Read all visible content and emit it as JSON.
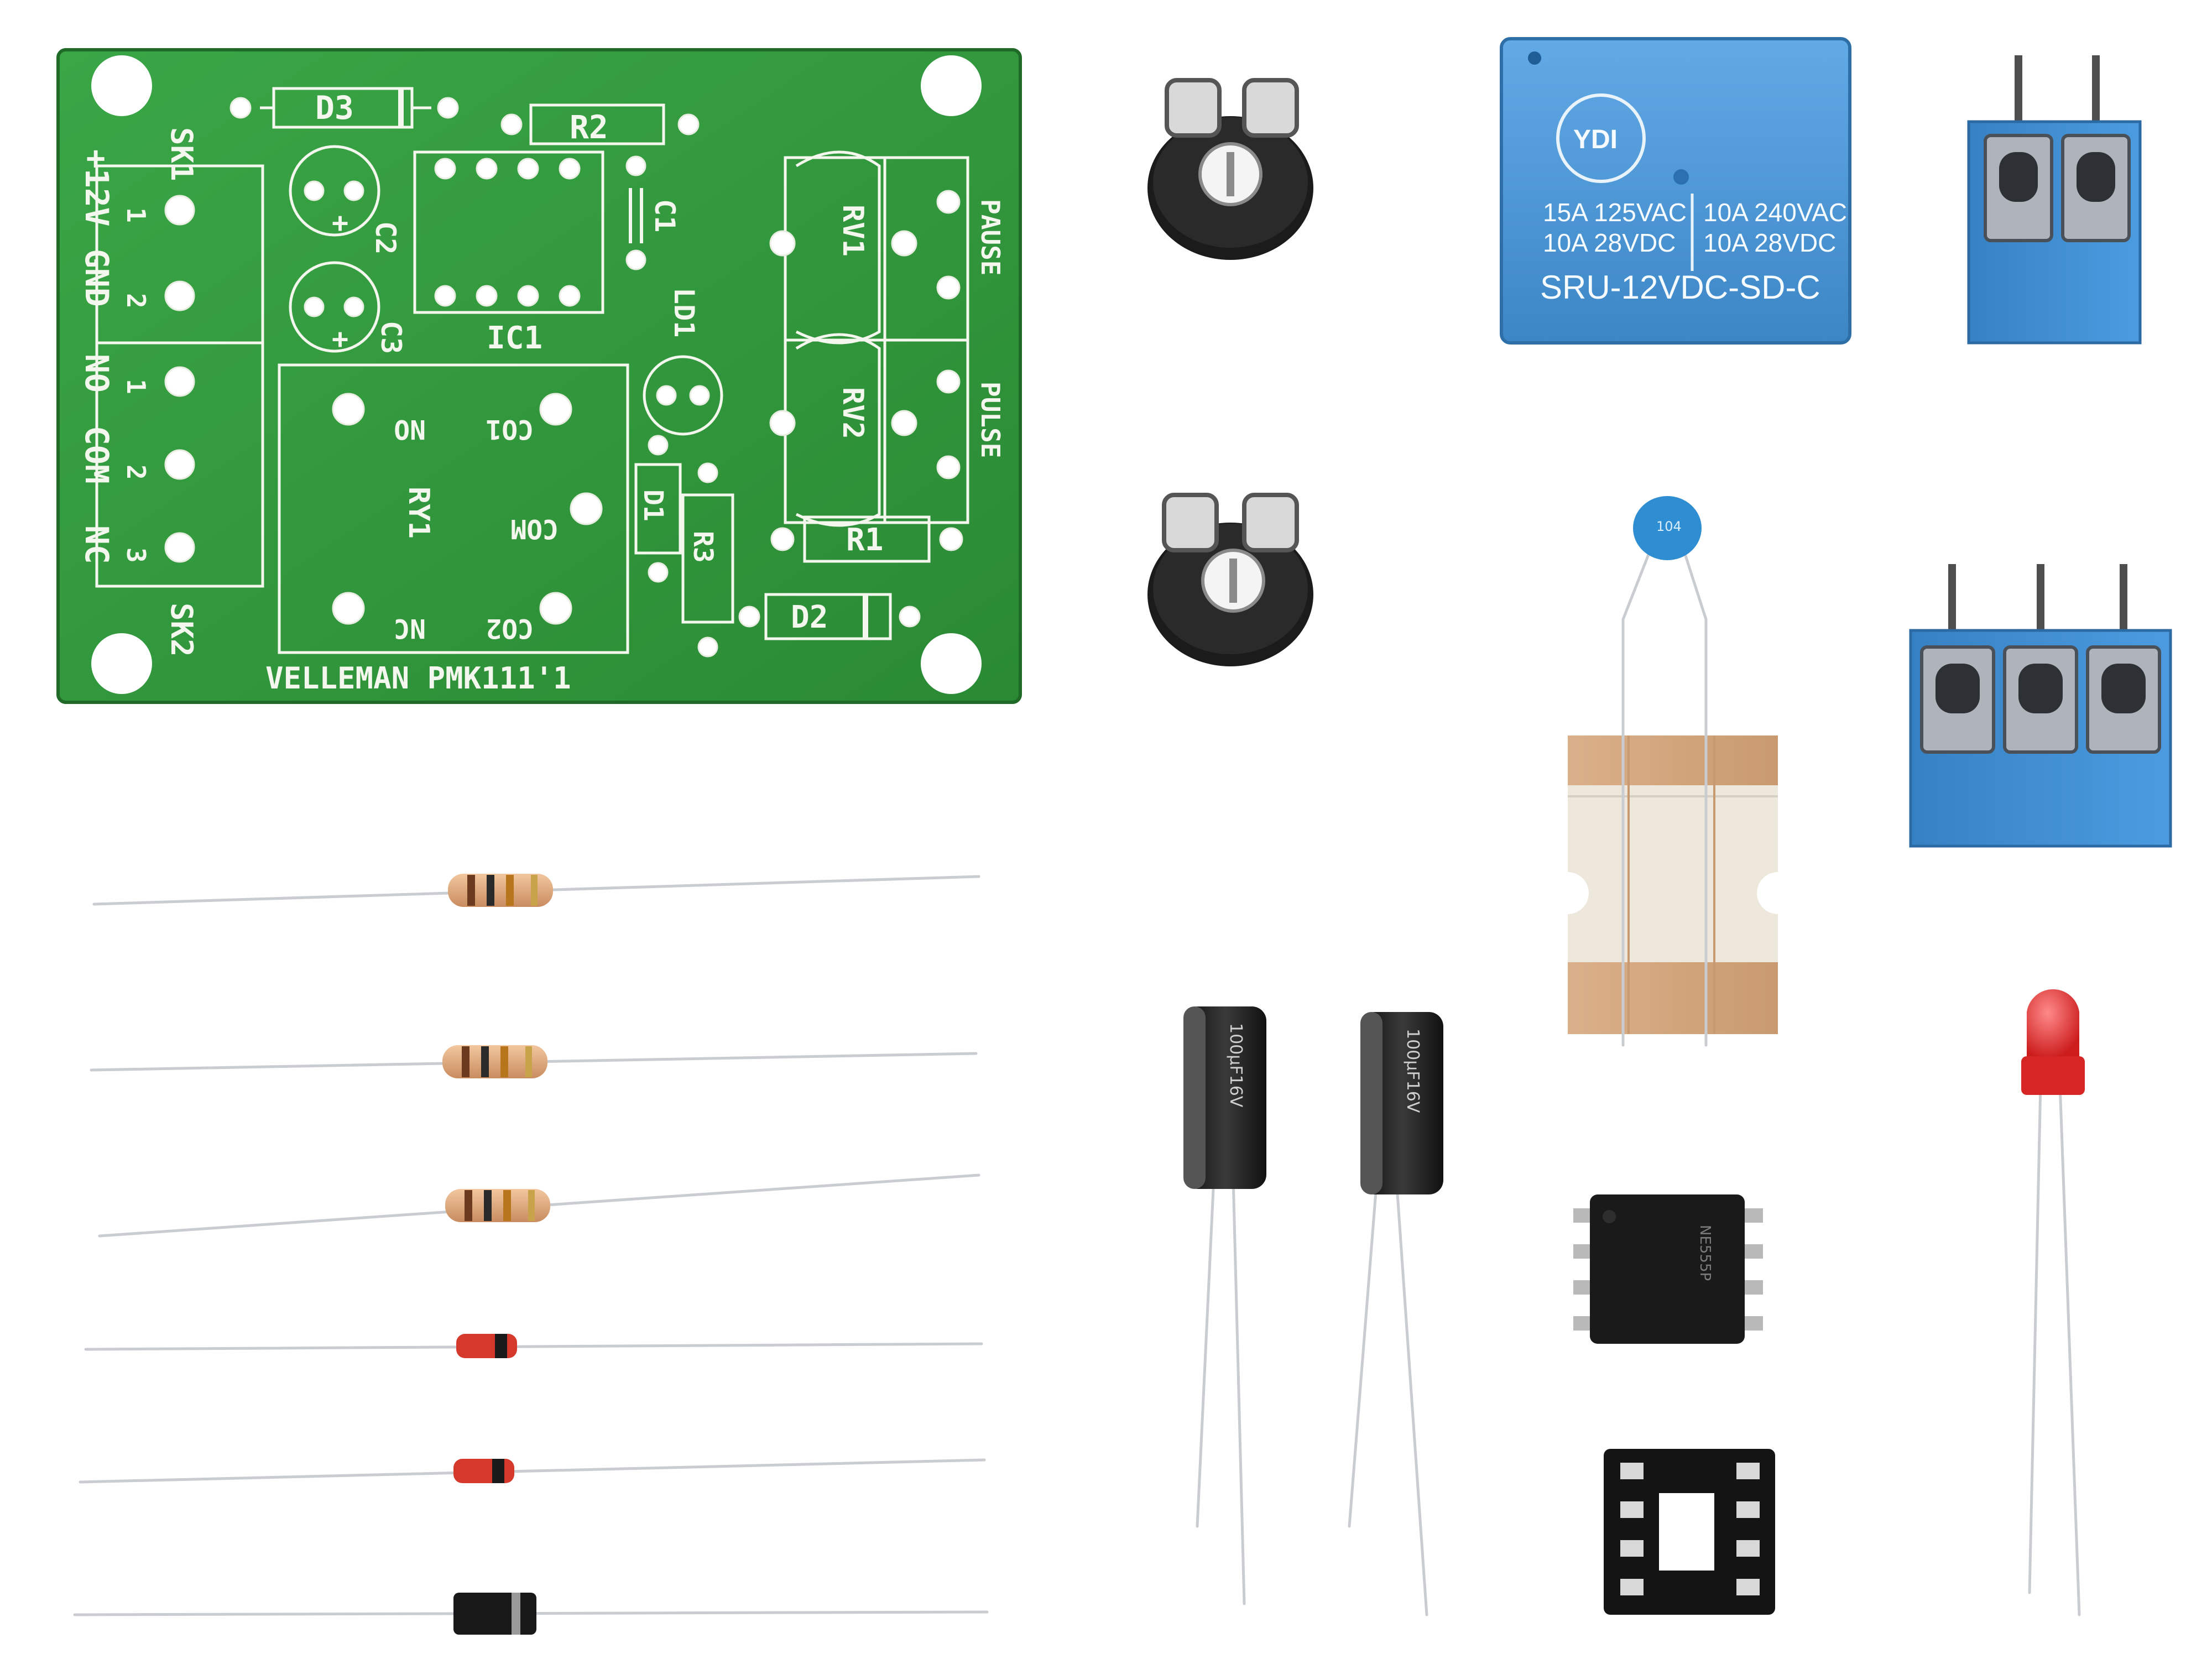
{
  "colors": {
    "pcb": "#2f9a3a",
    "pcb_dark": "#237a2c",
    "relay_blue": "#4c97d6",
    "terminal_blue": "#3f8fd2",
    "led_red": "#e33131",
    "background": "#ffffff"
  },
  "pcb": {
    "board_name": "VELLEMAN PMK111'1",
    "left_labels": {
      "power": "+12V",
      "gnd": "GND",
      "no": "NO",
      "com": "COM",
      "nc": "NC"
    },
    "sk1": "SK1",
    "sk2": "SK2",
    "d3": "D3",
    "r2": "R2",
    "c1": "C1",
    "c2": "C2",
    "c3": "C3",
    "ic1": "IC1",
    "ld1": "LD1",
    "rv1": "RV1",
    "rv2": "RV2",
    "pause": "PAUSE",
    "pulse": "PULSE",
    "ry1": "RY1",
    "r1": "R1",
    "r3": "R3",
    "d1": "D1",
    "d2": "D2",
    "no_pad": "NO",
    "nc_pad": "NC",
    "co1": "CO1",
    "co2": "CO2",
    "com_pad": "COM",
    "pin1": "1",
    "pin2": "2",
    "pin3": "3",
    "plus": "+"
  },
  "relay": {
    "logo": "YDI",
    "rating_left_1": "15A 125VAC",
    "rating_left_2": "10A 28VDC",
    "rating_right_1": "10A 240VAC",
    "rating_right_2": "10A 28VDC",
    "model": "SRU-12VDC-SD-C"
  },
  "ceramic_cap": {
    "code": "104"
  },
  "electrolytics": [
    {
      "text": "100μF16V"
    },
    {
      "text": "100μF16V"
    }
  ],
  "ic": {
    "marking": "NE555P"
  }
}
